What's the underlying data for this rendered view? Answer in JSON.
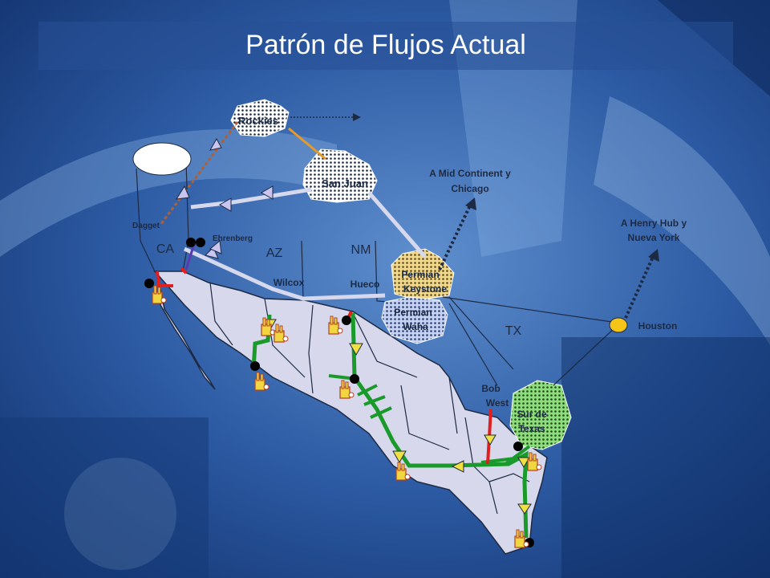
{
  "title": "Patrón de Flujos Actual",
  "sources": {
    "rockies": "Rockies",
    "san_juan": "San Juan",
    "permian_keystone": [
      "Permian",
      "Keystone"
    ],
    "permian_waha": [
      "Permian",
      "Waha"
    ],
    "sur_de_texas": [
      "Sur de",
      "Texas"
    ]
  },
  "states": {
    "ca": "CA",
    "az": "AZ",
    "nm": "NM",
    "tx": "TX"
  },
  "points": {
    "dagget": "Dagget",
    "ehrenberg": "Ehrenberg",
    "wilcox": "Wilcox",
    "hueco": "Hueco",
    "houston": "Houston",
    "bob_west": [
      "Bob",
      "West"
    ]
  },
  "destinations": {
    "mid_continent": [
      "A Mid Continent y",
      "Chicago"
    ],
    "henry_hub": [
      "A Henry Hub  y",
      "Nueva York"
    ]
  },
  "colors": {
    "background": "#1f4f96",
    "mexico_fill": "#d8d8ec",
    "pipeline_us": "#d6d9ee",
    "pipeline_mx": "#1a9a2a",
    "import_line": "#e02020",
    "rockies_link": "#e29a2a",
    "valve": "#f0e040",
    "plant": "#f2d640"
  }
}
